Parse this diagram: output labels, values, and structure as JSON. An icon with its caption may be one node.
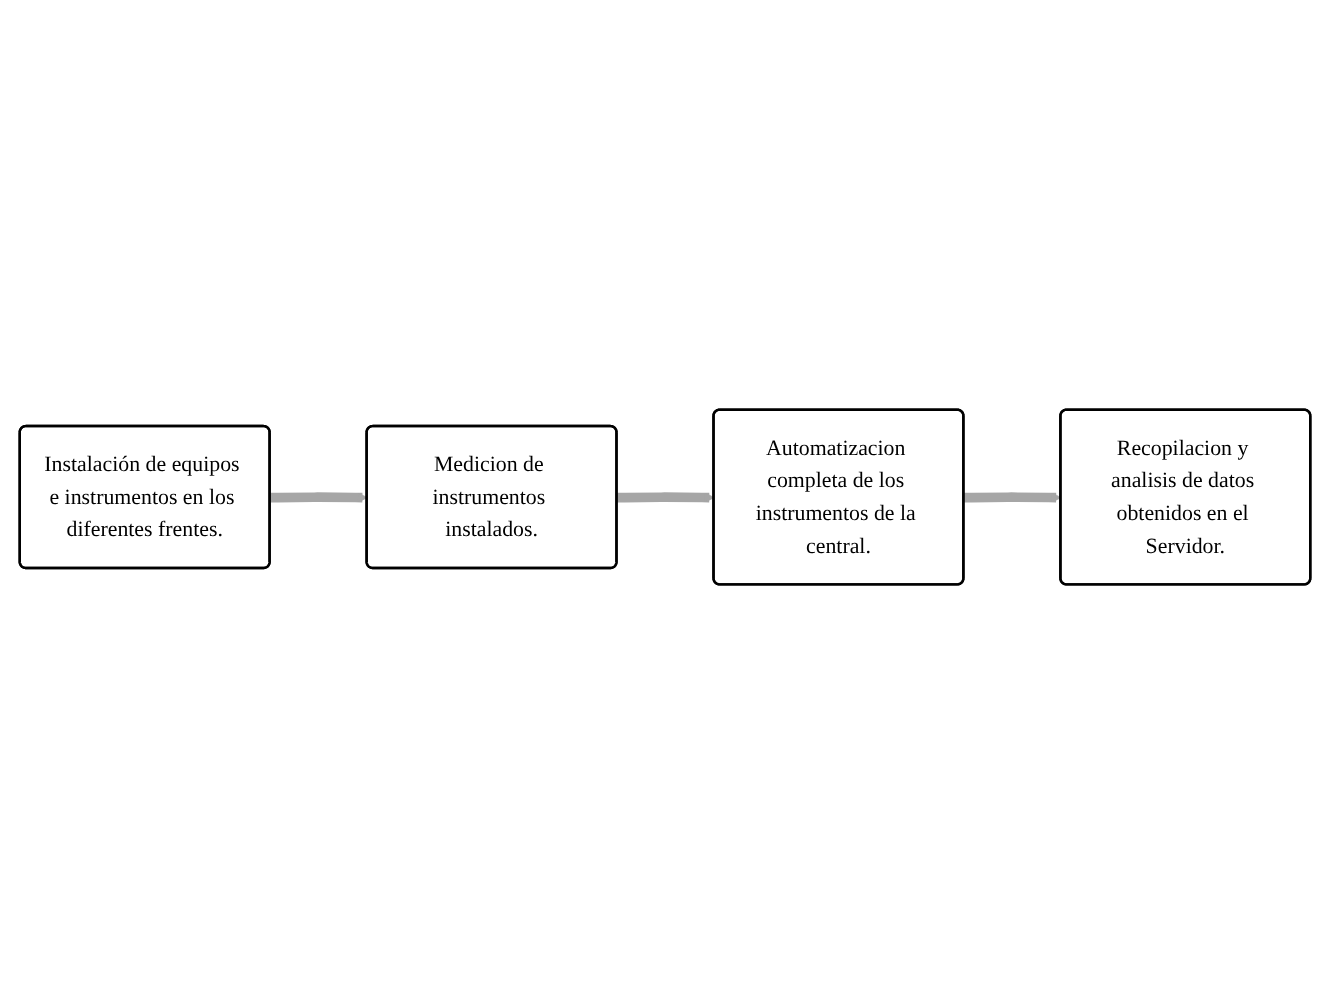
{
  "diagram": {
    "nodes": [
      {
        "text": [
          "Instalación de equipos e instrumentos en los diferentes frentes."
        ]
      },
      {
        "text": [
          "Medicion de instrumentos instalados."
        ]
      },
      {
        "text": [
          "Automatizacion completa de los instrumentos de la central."
        ]
      },
      {
        "text": [
          "Recopilacion y analisis de datos obtenidos en el Servidor."
        ]
      }
    ],
    "edges": [
      {
        "from": 0,
        "to": 1,
        "arrow": "to"
      },
      {
        "from": 1,
        "to": 2,
        "arrow": "to"
      },
      {
        "from": 2,
        "to": 3,
        "arrow": "to"
      }
    ]
  }
}
